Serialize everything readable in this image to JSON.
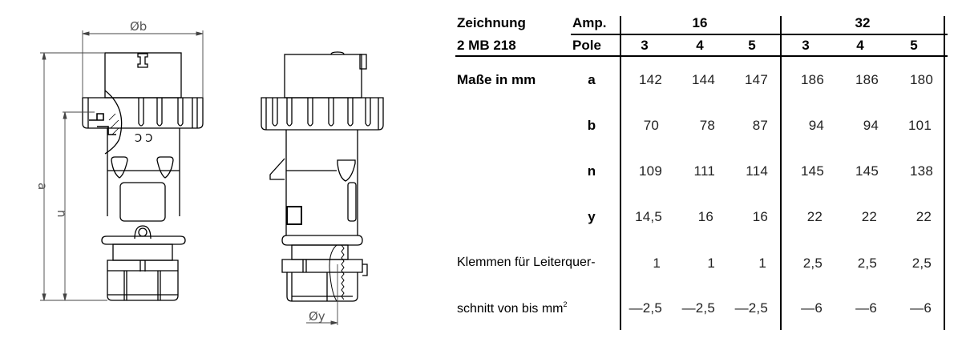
{
  "drawing": {
    "labels": {
      "diameter_b": "Øb",
      "dim_a": "a",
      "dim_n": "n",
      "diameter_y": "Øy"
    },
    "line_color": "#000000",
    "dim_line_color": "#555555"
  },
  "table": {
    "header": {
      "zeichnung_label": "Zeichnung",
      "drawing_number": "2 MB 218",
      "amp_label": "Amp.",
      "pole_label": "Pole",
      "amp_groups": [
        "16",
        "32"
      ],
      "poles": [
        "3",
        "4",
        "5",
        "3",
        "4",
        "5"
      ]
    },
    "section_label": "Maße in mm",
    "rows": [
      {
        "key": "a",
        "values": [
          "142",
          "144",
          "147",
          "186",
          "186",
          "180"
        ]
      },
      {
        "key": "b",
        "values": [
          "70",
          "78",
          "87",
          "94",
          "94",
          "101"
        ]
      },
      {
        "key": "n",
        "values": [
          "109",
          "111",
          "114",
          "145",
          "145",
          "138"
        ]
      },
      {
        "key": "y",
        "values": [
          "14,5",
          "16",
          "16",
          "22",
          "22",
          "22"
        ]
      }
    ],
    "klemmen": {
      "label_line1": "Klemmen für Leiterquer-",
      "label_line2": "schnitt von bis mm",
      "label_sup": "2",
      "from_values": [
        "1",
        "1",
        "1",
        "2,5",
        "2,5",
        "2,5"
      ],
      "to_values": [
        "—2,5",
        "—2,5",
        "—2,5",
        "—6",
        "—6",
        "—6"
      ]
    }
  }
}
